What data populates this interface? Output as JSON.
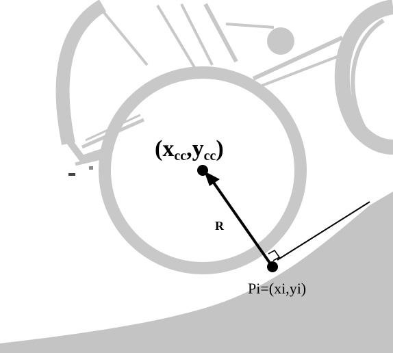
{
  "diagram": {
    "center_label": {
      "open": "(",
      "x": "x",
      "x_sub": "cc",
      "comma": ",",
      "y": "y",
      "y_sub": "cc",
      "close": ")"
    },
    "radius_label": "R",
    "contact_label": "Pi=(xi,yi)",
    "colors": {
      "background": "#ffffff",
      "structure": "#c8c8c8",
      "ground": "#c4c4c4",
      "vector": "#000000"
    }
  }
}
